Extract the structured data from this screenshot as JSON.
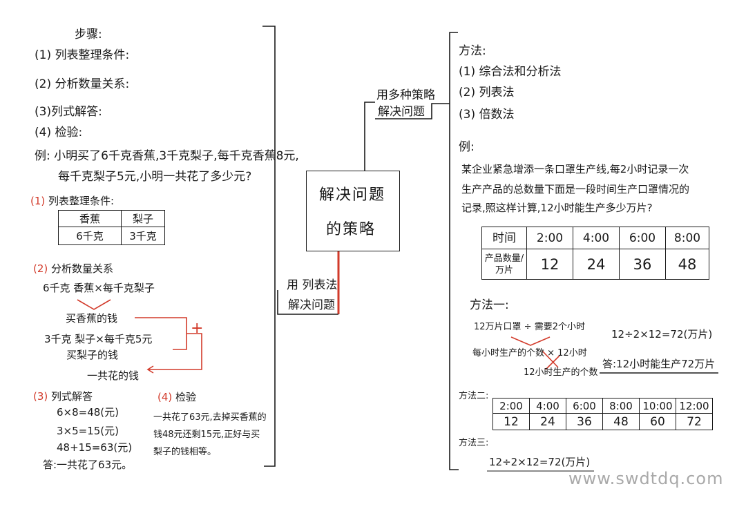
{
  "center": {
    "line1": "解决问题",
    "line2": "的策略"
  },
  "branch_top": {
    "line1": "用多种策略",
    "line2": "解决问题"
  },
  "branch_bottom": {
    "line1": "用 列表法",
    "line2": "解决问题"
  },
  "left": {
    "steps_title": "步骤:",
    "step1": "(1) 列表整理条件:",
    "step2": "(2) 分析数量关系:",
    "step3": "(3)列式解答:",
    "step4": "(4) 检验:",
    "example_l1": "例: 小明买了6千克香蕉,3千克梨子,每千克香蕉8元,",
    "example_l2": "每千克梨子5元,小明一共花了多少元?",
    "s1_num": "(1)",
    "s1_label": "列表整理条件:",
    "table": {
      "h1": "香蕉",
      "h2": "梨子",
      "v1": "6千克",
      "v2": "3千克"
    },
    "s2_num": "(2)",
    "s2_label": "分析数量关系",
    "rel1": "6千克 香蕉×每千克梨子",
    "rel2": "买香蕉的钱",
    "rel3": "3千克 梨子×每千克5元",
    "rel4": "买梨子的钱",
    "rel5": "一共花的钱",
    "plus": "+",
    "s3_num": "(3)",
    "s3_label": "列式解答",
    "eq1": "6×8=48(元)",
    "eq2": "3×5=15(元)",
    "eq3": "48+15=63(元)",
    "ans": "答:一共花了63元。",
    "s4_num": "(4)",
    "s4_label": "检验",
    "check1": "一共花了63元,去掉买香蕉的",
    "check2": "钱48元还剩15元,正好与买",
    "check3": "梨子的钱相等。"
  },
  "right": {
    "methods_title": "方法:",
    "m1": "(1) 综合法和分析法",
    "m2": "(2) 列表法",
    "m3": "(3) 倍数法",
    "ex_title": "例:",
    "ex1": "某企业紧急增添一条口罩生产线,每2小时记录一次",
    "ex2": "生产产品的总数量下面是一段时间生产口罩情况的",
    "ex3": "记录,照这样计算,12小时能生产多少万片?",
    "table": {
      "row1_label": "时间",
      "row2_label": "产品数量/万片",
      "times": [
        "2:00",
        "4:00",
        "6:00",
        "8:00"
      ],
      "values": [
        "12",
        "24",
        "36",
        "48"
      ]
    },
    "method1_title": "方法一:",
    "mm1": "12万片口罩 ÷ 需要2个小时",
    "mm2": "每小时生产的个数 × 12小时",
    "mm3": "12小时生产的个数",
    "calc1": "12÷2×12=72(万片)",
    "ans1": "答:12小时能生产72万片",
    "method2_title": "方法二:",
    "table2": {
      "times": [
        "2:00",
        "4:00",
        "6:00",
        "8:00",
        "10:00",
        "12:00"
      ],
      "values": [
        "12",
        "24",
        "36",
        "48",
        "60",
        "72"
      ]
    },
    "method3_title": "方法三:",
    "calc3": "12÷2×12=72(万片)"
  },
  "watermark": "www.swdtdq.com"
}
